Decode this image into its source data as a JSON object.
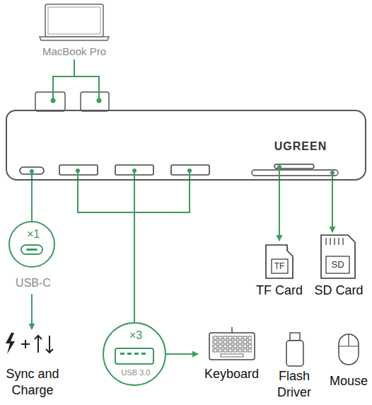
{
  "diagram": {
    "nodes": [
      {
        "text": [
          "MacBook Pro"
        ]
      },
      {
        "text": [
          "UGREEN"
        ]
      },
      {
        "text": [
          "×1",
          "USB-C"
        ]
      },
      {
        "text": [
          "TF",
          "TF Card"
        ]
      },
      {
        "text": [
          "SD",
          "SD Card"
        ]
      },
      {
        "text": [
          "×3",
          "USB 3.0"
        ]
      },
      {
        "text": [
          "Sync and Charge"
        ]
      },
      {
        "text": [
          "Keyboard"
        ]
      },
      {
        "text": [
          "Flash Driver"
        ]
      },
      {
        "text": [
          "Mouse"
        ]
      }
    ],
    "edges": [
      {
        "from": 0,
        "to": 1,
        "arrow": "none"
      },
      {
        "from": 1,
        "to": 2,
        "arrow": "none"
      },
      {
        "from": 2,
        "to": 6,
        "arrow": "to"
      },
      {
        "from": 1,
        "to": 3,
        "arrow": "to"
      },
      {
        "from": 1,
        "to": 4,
        "arrow": "to"
      },
      {
        "from": 1,
        "to": 5,
        "arrow": "none"
      },
      {
        "from": 5,
        "to": 7,
        "arrow": "to"
      }
    ]
  }
}
